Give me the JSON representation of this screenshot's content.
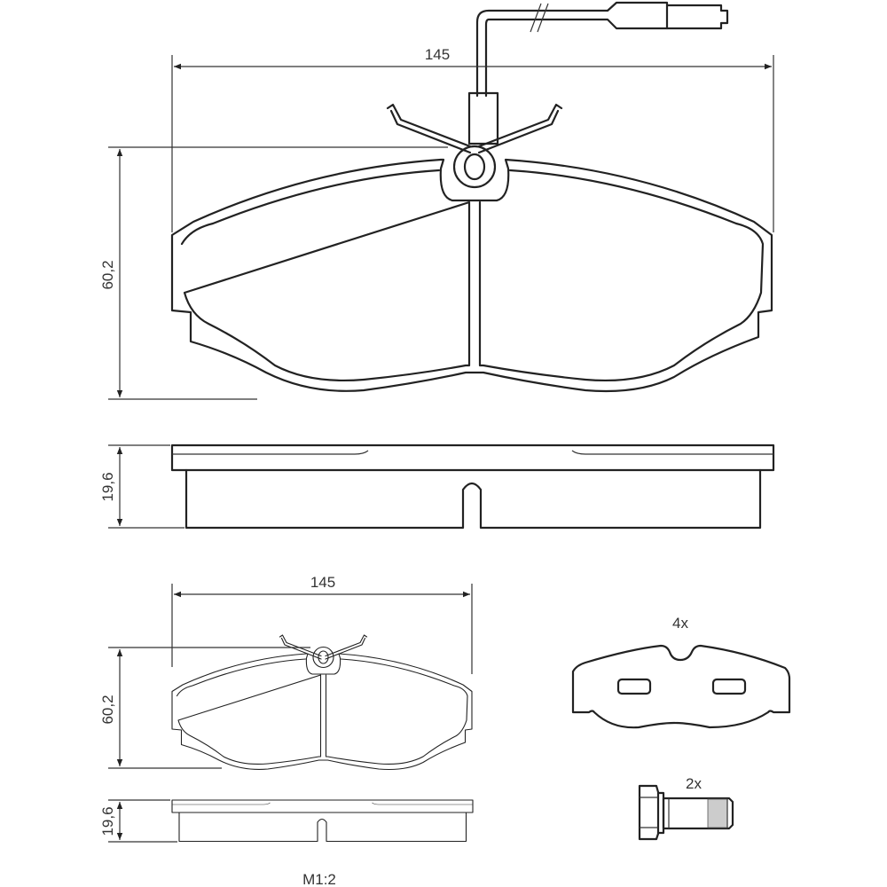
{
  "drawing": {
    "main_view": {
      "width_label": "145",
      "height_label": "60,2",
      "thickness_label": "19,6"
    },
    "small_view": {
      "width_label": "145",
      "height_label": "60,2",
      "thickness_label": "19,6"
    },
    "shim": {
      "quantity_label": "4x"
    },
    "bolt": {
      "quantity_label": "2x"
    },
    "scale_label": "M1:2",
    "colors": {
      "line": "#222222",
      "background": "#ffffff"
    }
  }
}
